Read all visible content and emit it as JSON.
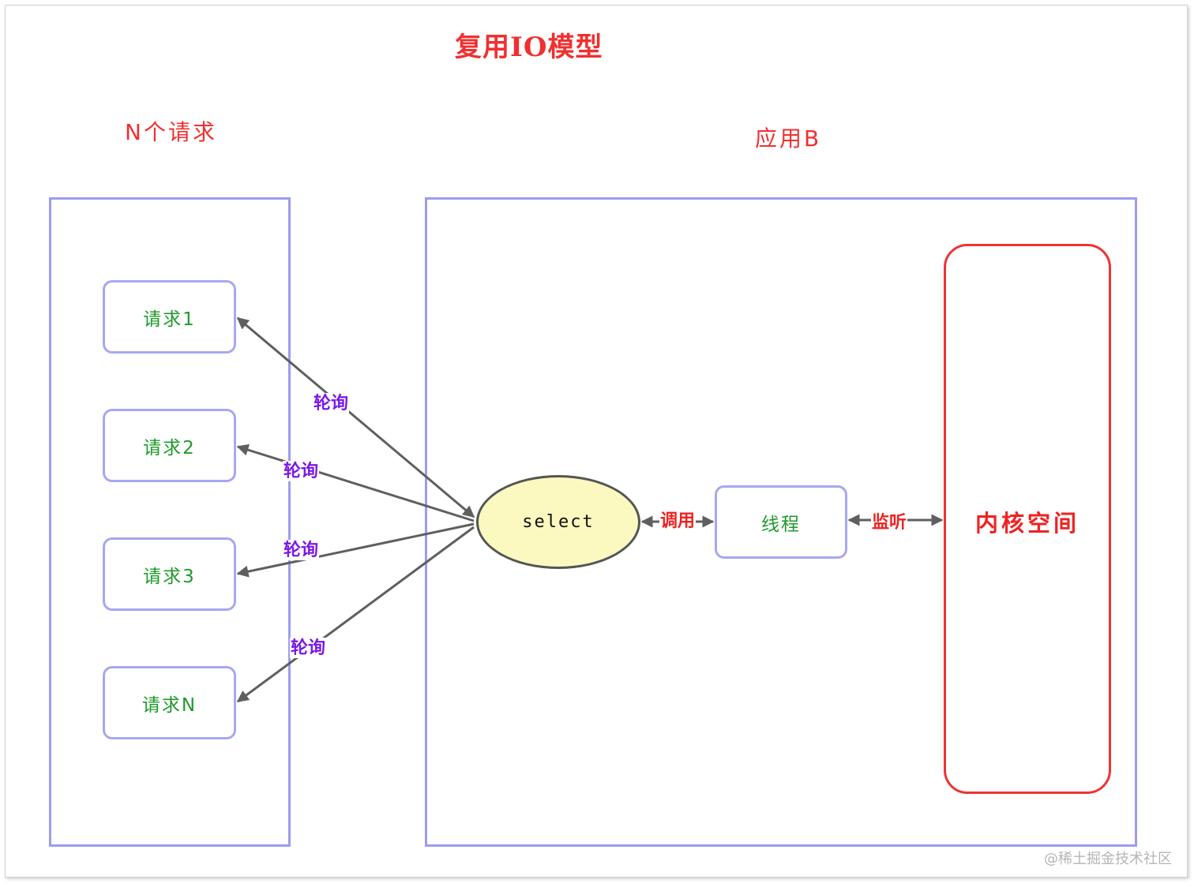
{
  "title": "复用IO模型",
  "requests_group": {
    "label": "N个请求",
    "items": [
      "请求1",
      "请求2",
      "请求3",
      "请求N"
    ]
  },
  "app_group": {
    "label": "应用B",
    "select_label": "select",
    "thread_label": "线程",
    "kernel_label": "内核空间"
  },
  "edges": {
    "poll_label": "轮询",
    "call_label": "调用",
    "listen_label": "监听"
  },
  "colors": {
    "title": "#f03030",
    "panel_border": "#9c9cf0",
    "box_text": "#1f9a2b",
    "edge_label": "#7a19e6",
    "kernel_border": "#ee3333",
    "select_fill": "#fbf9c0",
    "arrow": "#5f5f5f"
  },
  "watermark": "@稀土掘金技术社区"
}
